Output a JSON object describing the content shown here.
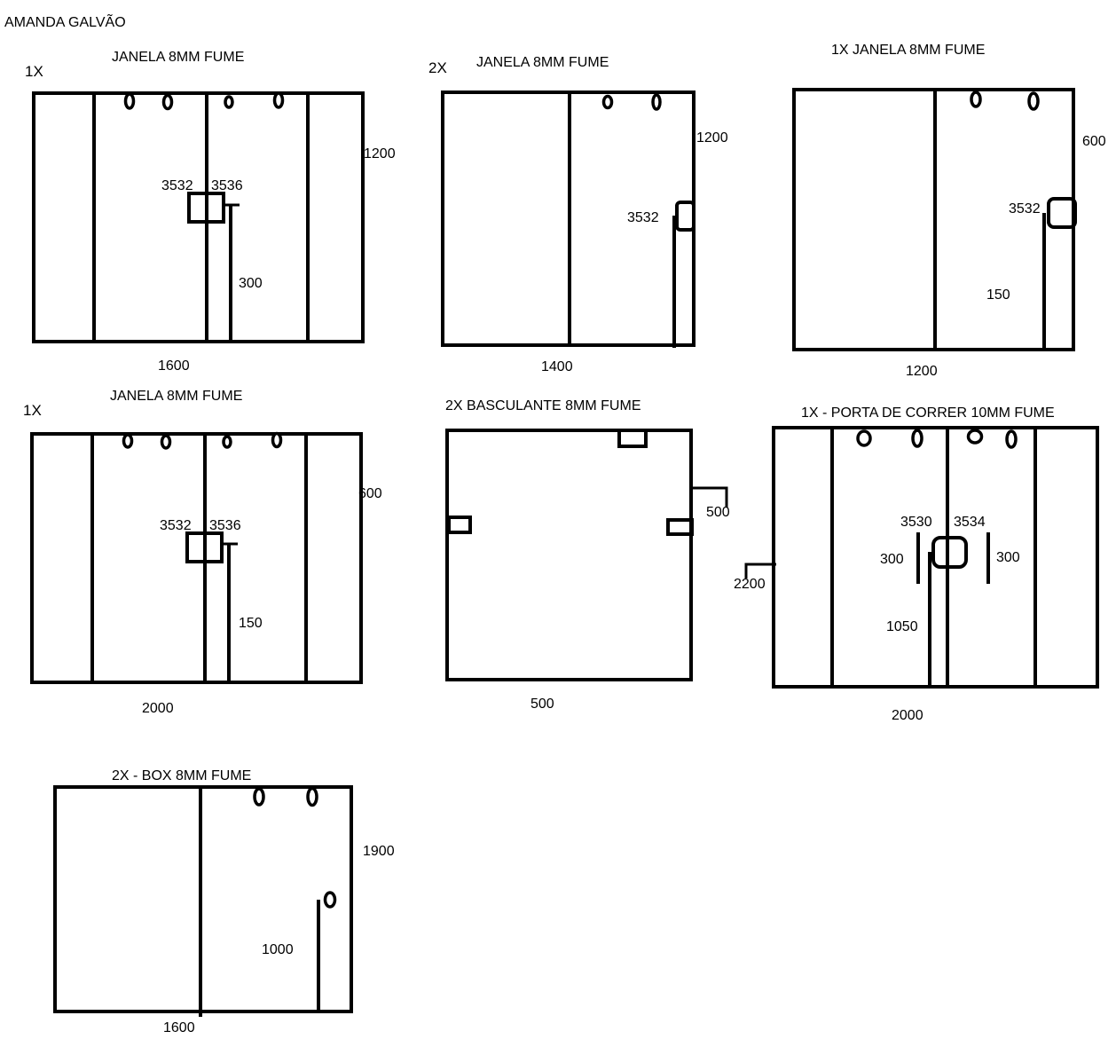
{
  "author": "AMANDA GALVÃO",
  "panels": {
    "p1": {
      "qty": "1X",
      "title": "JANELA 8MM FUME",
      "label_a": "3532",
      "label_b": "3536",
      "height": "1200",
      "offset": "300",
      "width": "1600"
    },
    "p2": {
      "qty": "2X",
      "title": "JANELA 8MM FUME",
      "label_a": "3532",
      "height": "1200",
      "width": "1400"
    },
    "p3": {
      "title": "1X JANELA 8MM FUME",
      "label_a": "3532",
      "height": "600",
      "offset": "150",
      "width": "1200"
    },
    "p4": {
      "qty": "1X",
      "title": "JANELA 8MM FUME",
      "label_a": "3532",
      "label_b": "3536",
      "height": "600",
      "offset": "150",
      "width": "2000"
    },
    "p5": {
      "title": "2X BASCULANTE 8MM FUME",
      "height": "500",
      "width": "500"
    },
    "p6": {
      "title": "1X - PORTA DE CORRER 10MM FUME",
      "label_a": "3530",
      "label_b": "3534",
      "offset_left": "300",
      "offset_right": "300",
      "height": "2200",
      "handle_height": "1050",
      "width": "2000"
    },
    "p7": {
      "title": "2X - BOX 8MM FUME",
      "height": "1900",
      "offset": "1000",
      "width": "1600"
    }
  }
}
